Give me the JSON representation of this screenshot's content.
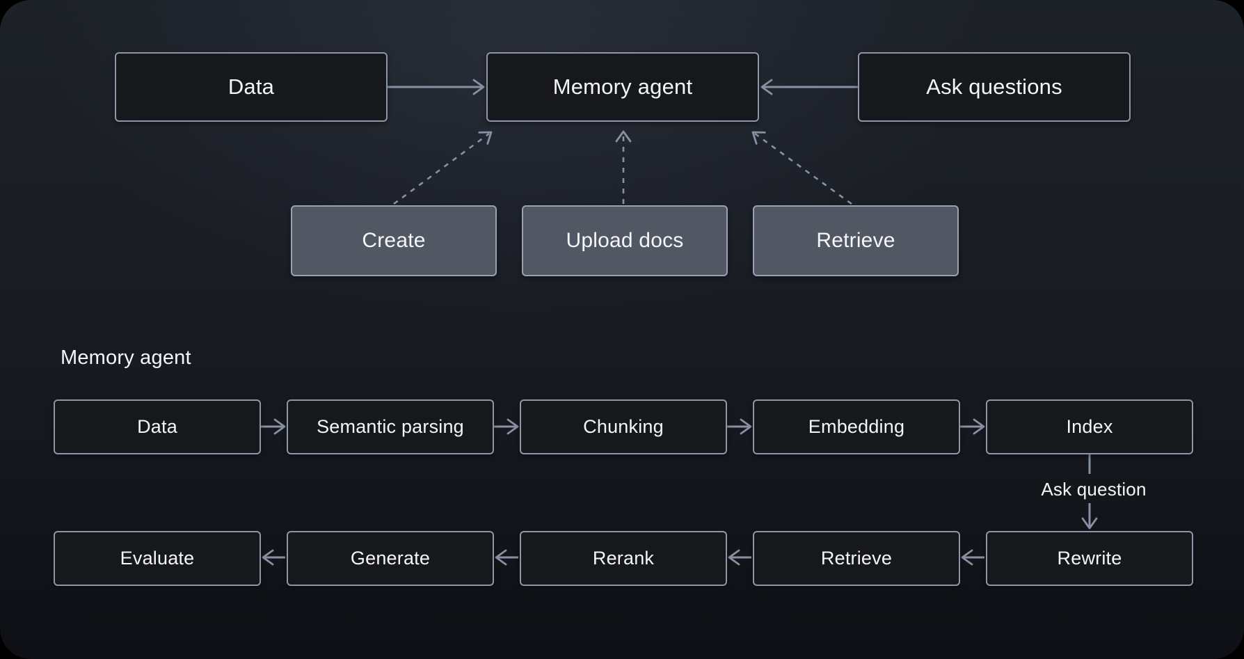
{
  "colors": {
    "canvas_background": "#191c23",
    "dark_node_fill": "#16181c",
    "dark_node_border": "#8e96a8",
    "light_node_fill": "#515763",
    "light_node_border": "#9aa2b2",
    "arrow": "#8791a3",
    "text": "#f5f6f8"
  },
  "overview": {
    "nodes": {
      "data": "Data",
      "memory_agent": "Memory agent",
      "ask_questions": "Ask questions"
    },
    "actions": {
      "create": "Create",
      "upload_docs": "Upload docs",
      "retrieve": "Retrieve"
    }
  },
  "detail": {
    "section_label": "Memory agent",
    "ingest_row": [
      "Data",
      "Semantic parsing",
      "Chunking",
      "Embedding",
      "Index"
    ],
    "connector_label": "Ask question",
    "answer_row": [
      "Evaluate",
      "Generate",
      "Rerank",
      "Retrieve",
      "Rewrite"
    ]
  }
}
